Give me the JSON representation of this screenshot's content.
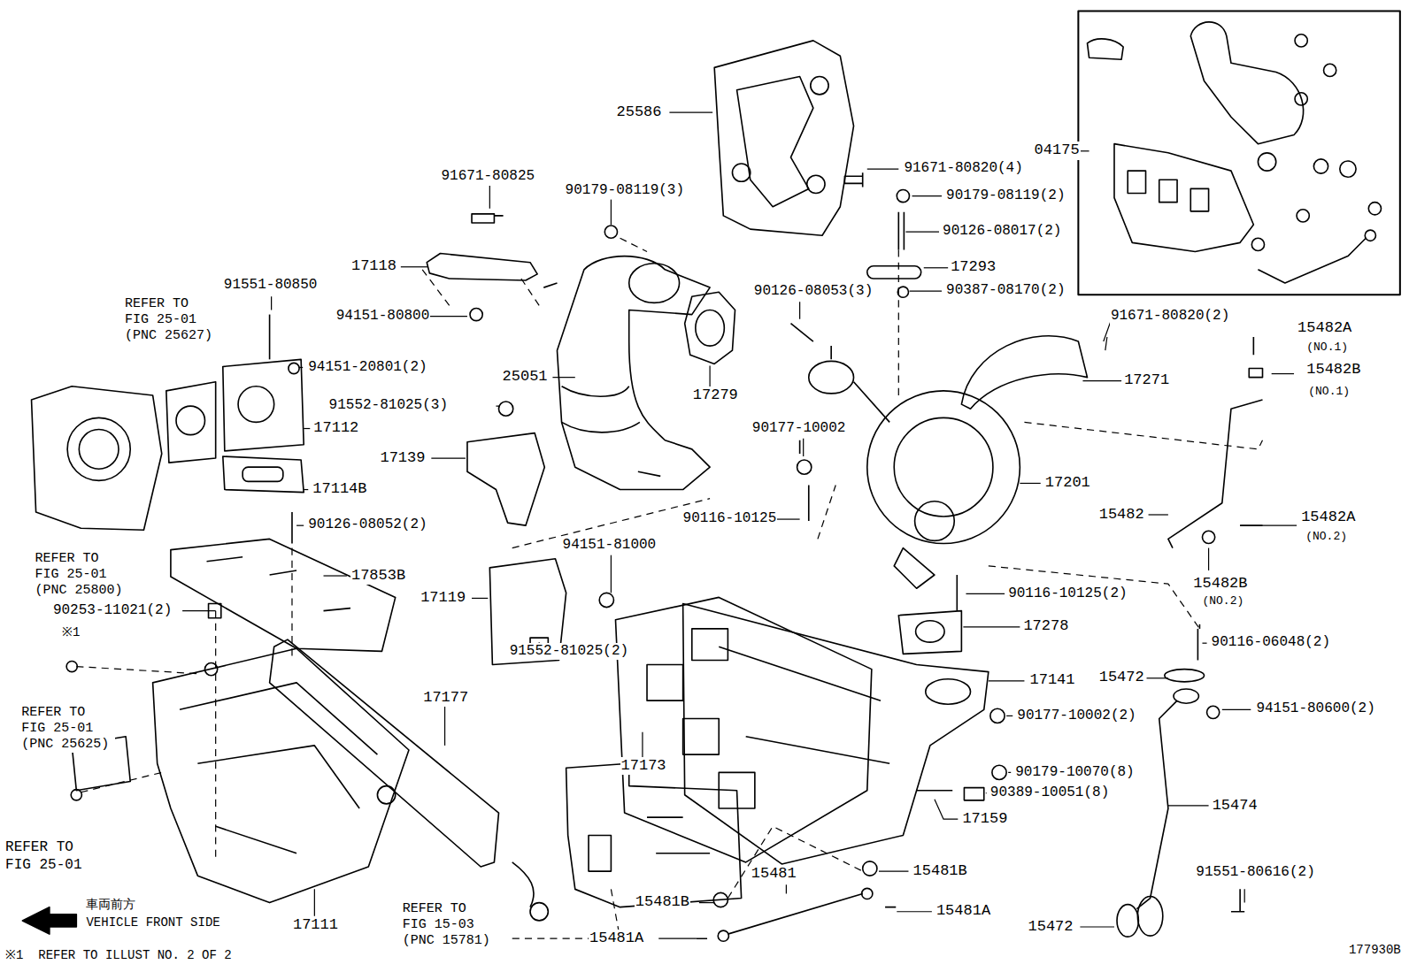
{
  "diagram": {
    "labels": [
      "25586",
      "91671-80825",
      "90179-08119(3)",
      "91671-80820(4)",
      "04175",
      "90179-08119(2)",
      "90126-08017(2)",
      "17118",
      "17293",
      "90387-08170(2)",
      "REFER TO FIG 25-01 (PNC 25627)",
      "91551-80850",
      "90126-08053(3)",
      "91671-80820(2)",
      "15482A",
      "(NO.1)",
      "94151-80800",
      "94151-20801(2)",
      "15482B",
      "(NO.1)",
      "17279",
      "17271",
      "25051",
      "91552-81025(3)",
      "17112",
      "90177-10002",
      "17201",
      "17139",
      "17114B",
      "15482",
      "15482A",
      "(NO.2)",
      "90116-10125",
      "REFER TO FIG 25-01 (PNC 25800)",
      "90126-08052(2)",
      "94151-81000",
      "15482B",
      "(NO.2)",
      "17853B",
      "17119",
      "90116-10125(2)",
      "17278",
      "90253-11021(2)",
      "※1",
      "91552-81025(2)",
      "90116-06048(2)",
      "REFER TO FIG 25-01 (PNC 25625)",
      "17177",
      "17141",
      "15472",
      "94151-80600(2)",
      "90177-10002(2)",
      "90179-10070(8)",
      "17173",
      "90389-10051(8)",
      "15474",
      "17159",
      "15481",
      "15481B",
      "91551-80616(2)",
      "15481B",
      "15481A",
      "REFER TO FIG 15-03 (PNC 15781)",
      "REFER TO FIG 25-01",
      "15472",
      "15481A",
      "車両前方",
      "VEHICLE FRONT SIDE",
      "17111",
      "※1  REFER TO ILLUST NO. 2 OF 2",
      "177930B"
    ]
  }
}
